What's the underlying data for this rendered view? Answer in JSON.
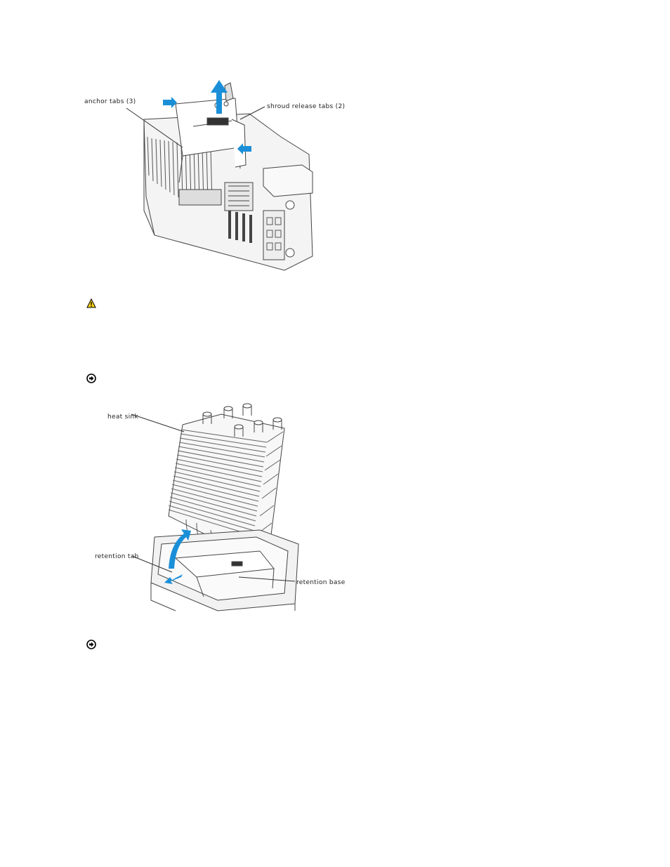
{
  "figure1": {
    "callouts": {
      "anchor_tabs": "anchor tabs (3)",
      "shroud_release_tabs": "shroud release tabs (2)"
    }
  },
  "figure2": {
    "callouts": {
      "heat_sink": "heat sink",
      "retention_tab": "retention tab",
      "retention_base": "retention base"
    }
  },
  "notices": [
    {
      "type": "caution",
      "icon": "caution-triangle-icon"
    },
    {
      "type": "notice",
      "icon": "notice-arrow-circle-icon"
    },
    {
      "type": "notice",
      "icon": "notice-arrow-circle-icon"
    }
  ],
  "colors": {
    "arrow_blue": "#1a8fd8",
    "line_gray": "#333333",
    "caution_yellow": "#f7d117"
  }
}
